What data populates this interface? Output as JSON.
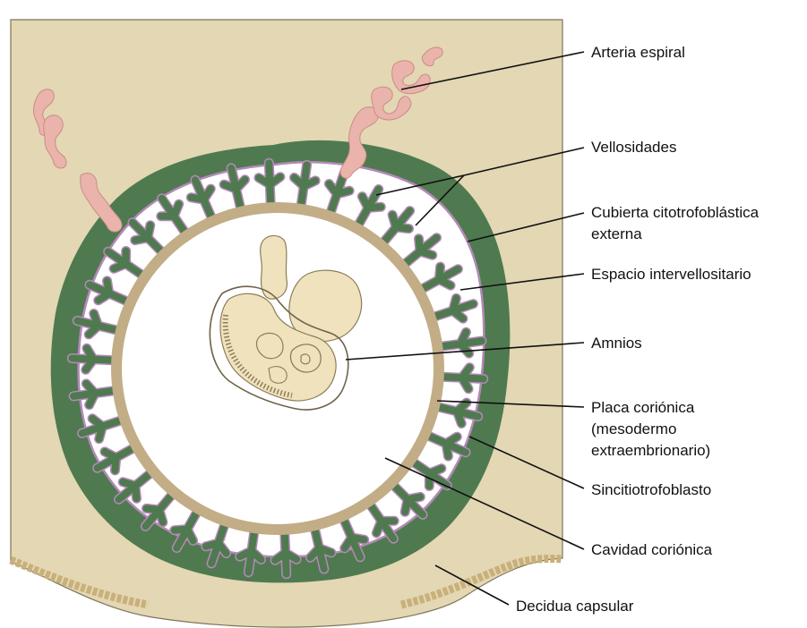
{
  "colors": {
    "decidua": "#e3d7b4",
    "villus_green": "#4f7a4f",
    "syncytio_lining": "#b489b8",
    "chorionic_plate": "#c2ad86",
    "spiral_artery": "#eab3ab",
    "embryo": "#efe2bc",
    "cavity": "#ffffff",
    "epithelial_cells": "#c9b07a",
    "line": "#111111"
  },
  "icons": {
    "embryo": "embryo-illustration",
    "arteries": "spiral-artery-shapes",
    "epithelium": "cell-row-pattern"
  },
  "labels": {
    "arteria_espiral": "Arteria espiral",
    "vellosidades": "Vellosidades",
    "cubierta_1": "Cubierta citotrofoblástica",
    "cubierta_2": "externa",
    "espacio": "Espacio intervellositario",
    "amnios": "Amnios",
    "placa_1": "Placa coriónica",
    "placa_2": "(mesodermo",
    "placa_3": "extraembrionario)",
    "sincitio": "Sincitiotrofoblasto",
    "cavidad": "Cavidad coriónica",
    "decidua": "Decidua capsular"
  }
}
